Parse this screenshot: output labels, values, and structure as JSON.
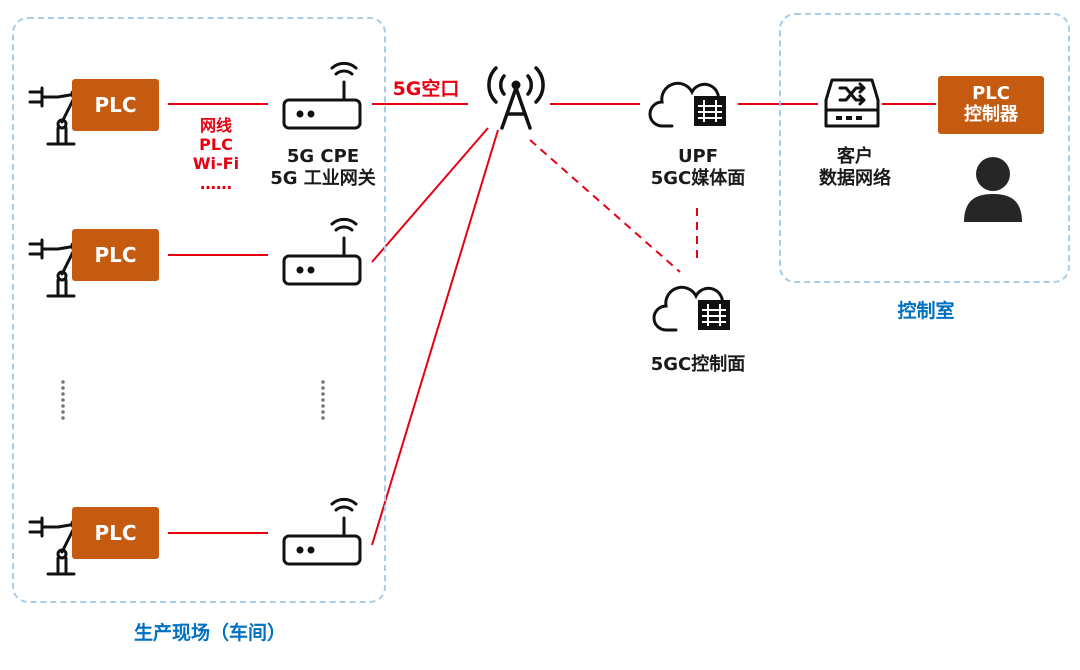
{
  "zones": {
    "factory_label": "生产现场（车间）",
    "control_room_label": "控制室"
  },
  "plc_label": "PLC",
  "link_label": {
    "line1": "网线",
    "line2": "PLC",
    "line3": "Wi-Fi",
    "line4": "……"
  },
  "cpe_label": {
    "line1": "5G CPE",
    "line2": "5G 工业网关"
  },
  "air_interface_label": "5G空口",
  "upf_label": {
    "line1": "UPF",
    "line2": "5GC媒体面"
  },
  "control_plane_label": "5GC控制面",
  "customer_network_label": {
    "line1": "客户",
    "line2": "数据网络"
  },
  "plc_controller_label": {
    "line1": "PLC",
    "line2": "控制器"
  },
  "colors": {
    "plc_fill": "#c55a11",
    "link_red": "#e60012",
    "zone_border": "#a9cde8",
    "zone_label": "#0070c0"
  }
}
